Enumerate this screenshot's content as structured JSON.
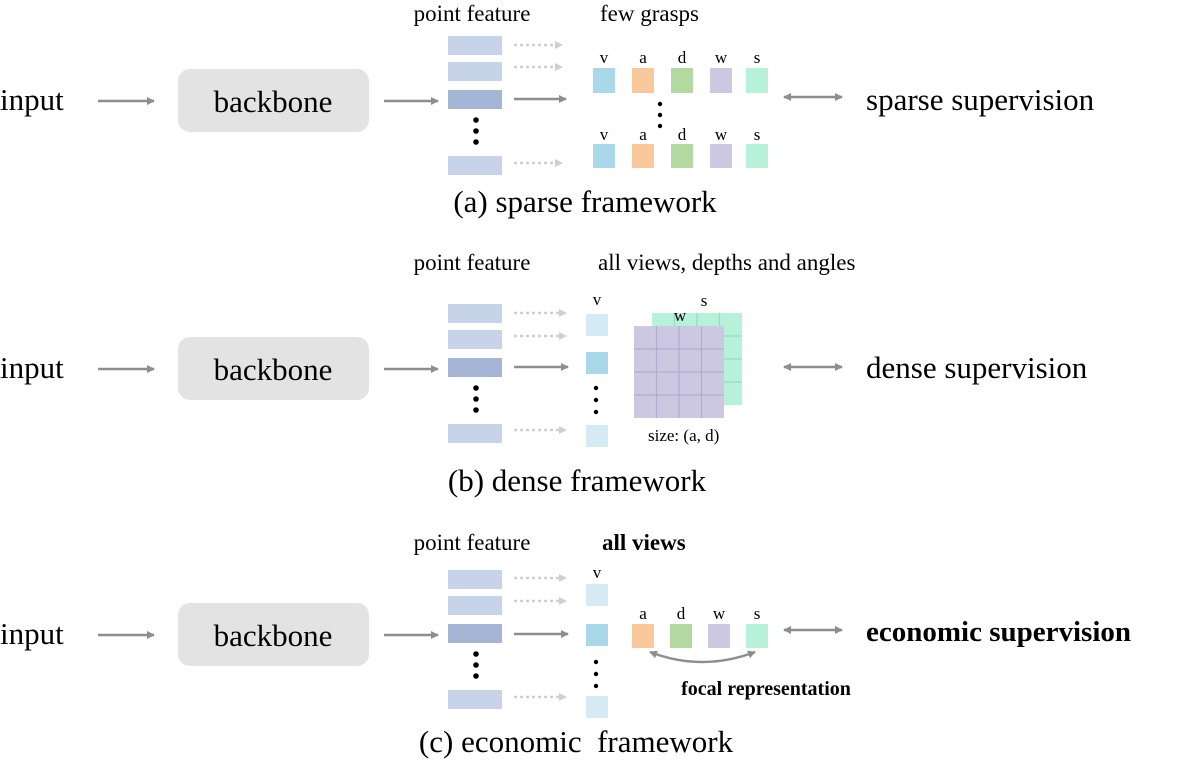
{
  "panels": [
    {
      "input": "input",
      "backbone": "backbone",
      "point_feature": "point feature",
      "heading": "few grasps",
      "letters_row1": [
        "v",
        "a",
        "d",
        "w",
        "s"
      ],
      "letters_row2": [
        "v",
        "a",
        "d",
        "w",
        "s"
      ],
      "supervision": "sparse supervision",
      "caption": "(a) sparse framework"
    },
    {
      "input": "input",
      "backbone": "backbone",
      "point_feature": "point feature",
      "heading": "all views, depths and angles",
      "v_label": "v",
      "w_label": "w",
      "s_label": "s",
      "size_label": "size: (a, d)",
      "supervision": "dense supervision",
      "caption": "(b) dense framework"
    },
    {
      "input": "input",
      "backbone": "backbone",
      "point_feature": "point feature",
      "heading": "all views",
      "v_label": "v",
      "letters": [
        "a",
        "d",
        "w",
        "s"
      ],
      "focal": "focal representation",
      "supervision": "economic supervision",
      "caption": "(c) economic  framework"
    }
  ],
  "colors": {
    "v": "#a8d8ea",
    "v_light": "#d4ebf5",
    "a": "#f9c99c",
    "d": "#b2d9a0",
    "w": "#cdc8e2",
    "s": "#b7f1da",
    "feature": "#c6d3e8",
    "feature_selected": "#a4b5d5",
    "backbone": "#e3e3e3",
    "arrow": "#8e8e8e",
    "dotted_arrow": "#cfcfcf"
  }
}
